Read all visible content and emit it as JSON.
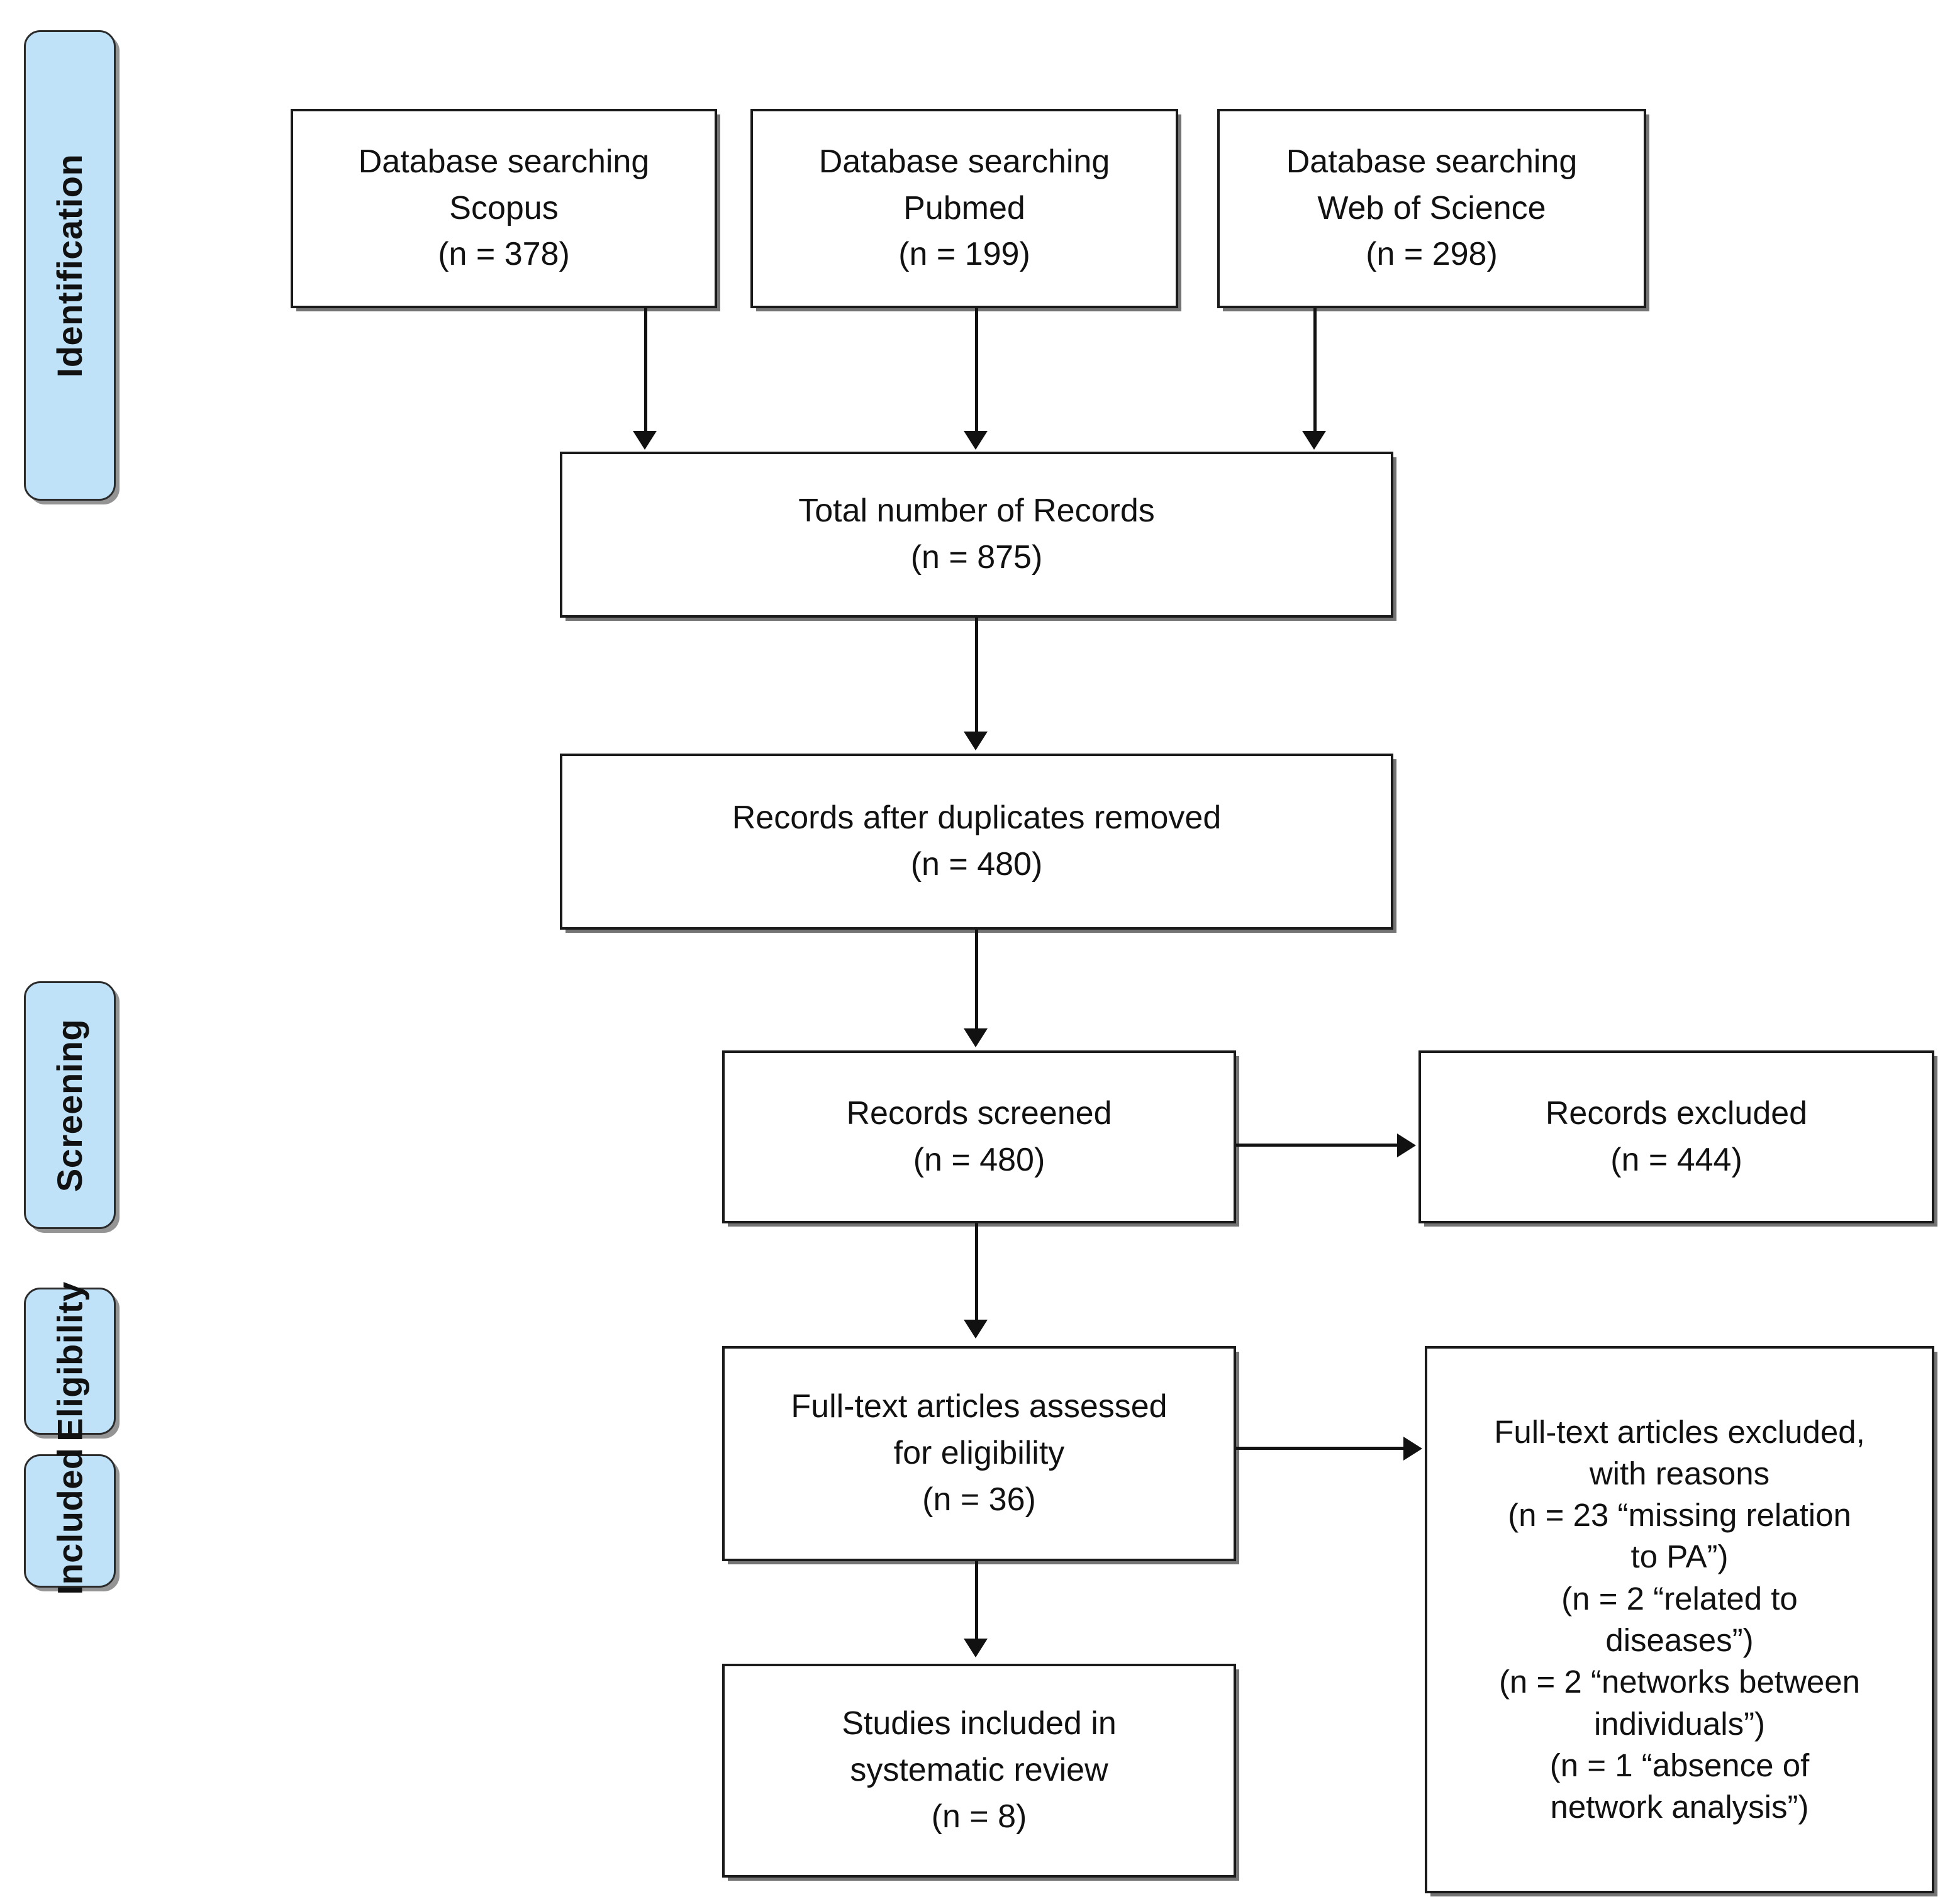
{
  "diagram": {
    "title": "PRISMA flow diagram",
    "type": "prisma-flow",
    "accent_color": "#bfe2f8",
    "line_color": "#111111",
    "box_fill": "#ffffff"
  },
  "stages": [
    {
      "key": "identification",
      "label": "Identification"
    },
    {
      "key": "screening",
      "label": "Screening"
    },
    {
      "key": "eligibility",
      "label": "Eligibility"
    },
    {
      "key": "included",
      "label": "Included"
    }
  ],
  "sources": [
    {
      "key": "scopus",
      "text": "Database searching\nScopus\n(n = 378)",
      "database": "Scopus",
      "n": 378
    },
    {
      "key": "pubmed",
      "text": "Database searching\nPubmed\n(n = 199)",
      "database": "Pubmed",
      "n": 199
    },
    {
      "key": "web_of_science",
      "text": "Database searching\nWeb of Science\n(n = 298)",
      "database": "Web of Science",
      "n": 298
    }
  ],
  "boxes": {
    "total_records": {
      "text": "Total number of Records\n(n = 875)",
      "n": 875
    },
    "after_duplicates": {
      "text": "Records after duplicates removed\n(n = 480)",
      "n": 480
    },
    "records_screened": {
      "text": "Records screened\n(n = 480)",
      "n": 480
    },
    "records_excluded": {
      "text": "Records excluded\n(n = 444)",
      "n": 444
    },
    "fulltext_assessed": {
      "text": "Full-text articles assessed\nfor eligibility\n(n = 36)",
      "n": 36
    },
    "fulltext_excluded": {
      "text": "Full-text articles excluded,\nwith reasons\n(n = 23 “missing relation\nto PA”)\n(n = 2 “related to\ndiseases”)\n(n = 2 “networks between\nindividuals”)\n(n = 1 “absence of\nnetwork analysis”)"
    },
    "studies_included": {
      "text": "Studies included in\nsystematic review\n(n = 8)",
      "n": 8
    }
  },
  "exclusion_reasons": [
    {
      "n": 23,
      "reason": "missing relation to PA"
    },
    {
      "n": 2,
      "reason": "related to diseases"
    },
    {
      "n": 2,
      "reason": "networks between individuals"
    },
    {
      "n": 1,
      "reason": "absence of network analysis"
    }
  ]
}
